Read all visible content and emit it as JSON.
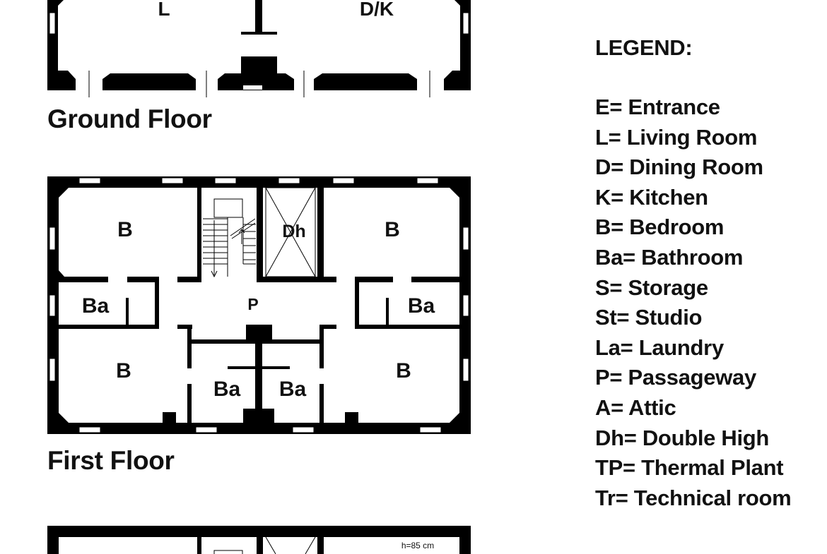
{
  "floors": {
    "ground": {
      "title": "Ground Floor",
      "rooms": {
        "living": "L",
        "dining_kitchen": "D/K"
      }
    },
    "first": {
      "title": "First Floor",
      "rooms": {
        "bedroom_nw": "B",
        "double_high": "Dh",
        "bedroom_ne": "B",
        "bath_w": "Ba",
        "passage": "P",
        "bath_e": "Ba",
        "bedroom_sw": "B",
        "bath_cl": "Ba",
        "bath_cr": "Ba",
        "bedroom_se": "B"
      }
    },
    "second": {
      "height_note": "h=85 cm"
    }
  },
  "legend": {
    "title": "LEGEND:",
    "items": [
      "E= Entrance",
      "L= Living Room",
      "D= Dining Room",
      "K= Kitchen",
      "B= Bedroom",
      "Ba= Bathroom",
      "S= Storage",
      "St= Studio",
      "La= Laundry",
      "P= Passageway",
      "A= Attic",
      "Dh= Double High",
      "TP= Thermal Plant",
      "Tr= Technical room"
    ]
  }
}
